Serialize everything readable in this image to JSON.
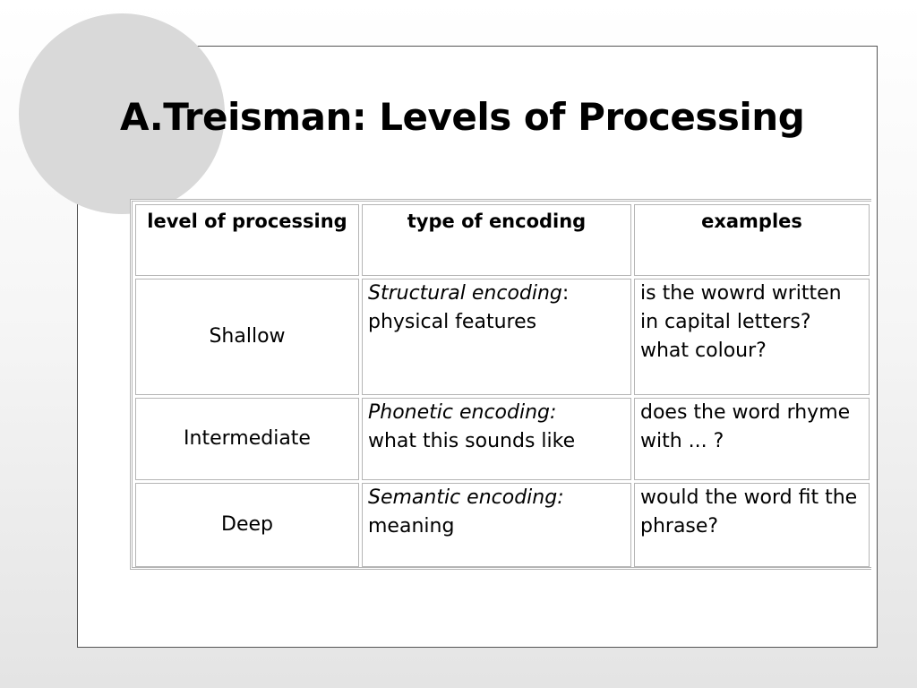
{
  "slide": {
    "title": "A.Treisman: Levels of Processing"
  },
  "table": {
    "headers": [
      "level of processing",
      "type of encoding",
      "examples"
    ],
    "rows": [
      {
        "level": "Shallow",
        "encoding_name": "Structural encoding",
        "encoding_sep": ":",
        "encoding_desc": "physical features",
        "examples": [
          "is the wowrd written in capital letters?",
          "what colour?"
        ]
      },
      {
        "level": "Intermediate",
        "encoding_name": "Phonetic encoding:",
        "encoding_sep": "",
        "encoding_desc": "what this sounds like",
        "examples": [
          "does the word rhyme with ... ?"
        ]
      },
      {
        "level": "Deep",
        "encoding_name": "Semantic encoding:",
        "encoding_sep": "",
        "encoding_desc": "meaning",
        "examples": [
          "would the word fit the phrase?"
        ]
      }
    ]
  },
  "colors": {
    "circle": "#d9d9d9",
    "table_border": "#b5b5b5",
    "panel_border": "#555555"
  }
}
